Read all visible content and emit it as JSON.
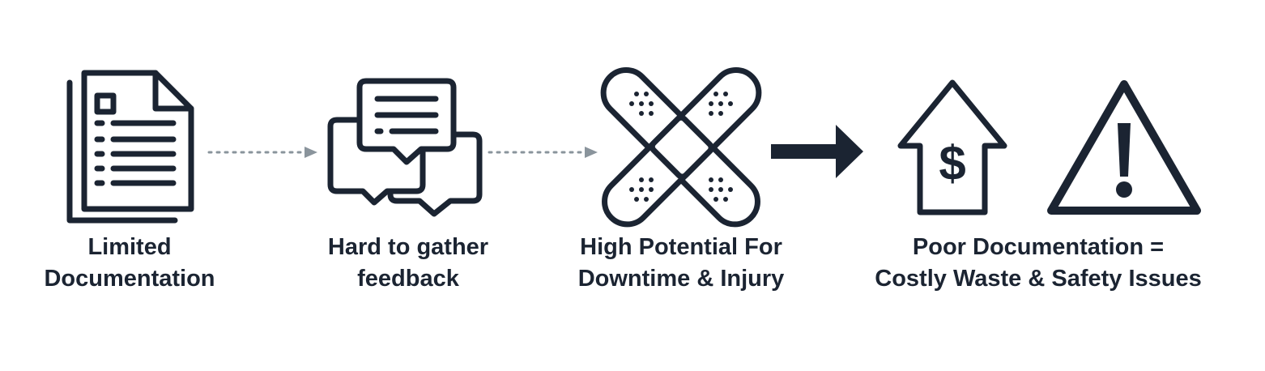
{
  "colors": {
    "ink": "#1b2432",
    "connector": "#8a949c",
    "background": "#ffffff"
  },
  "steps": [
    {
      "icon": "documents-icon",
      "label_line1": "Limited",
      "label_line2": "Documentation"
    },
    {
      "icon": "chat-bubbles-icon",
      "label_line1": "Hard to gather",
      "label_line2": "feedback"
    },
    {
      "icon": "crossed-bandages-icon",
      "label_line1": "High Potential For",
      "label_line2": "Downtime & Injury"
    },
    {
      "icon": "cost-up-and-warning-icons",
      "label_line1": "Poor Documentation =",
      "label_line2": "Costly Waste & Safety Issues"
    }
  ],
  "connectors": [
    {
      "style": "dotted-arrow"
    },
    {
      "style": "dotted-arrow"
    },
    {
      "style": "solid-arrow"
    }
  ]
}
